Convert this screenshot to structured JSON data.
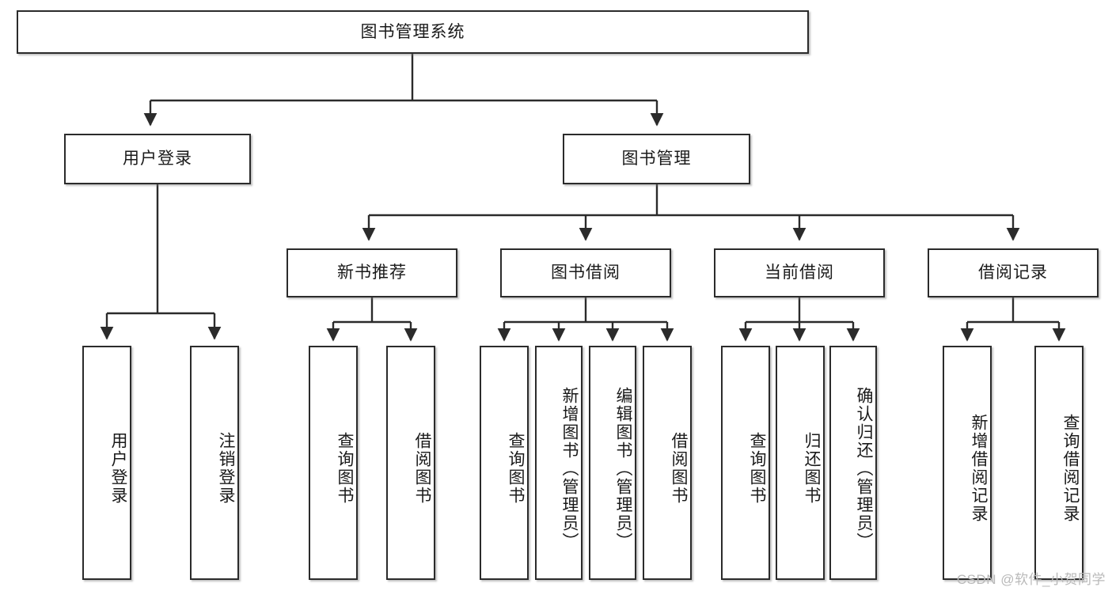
{
  "diagram": {
    "type": "tree",
    "title": "图书管理系统",
    "watermark": "CSDN @软件_小贺同学",
    "colors": {
      "box_border": "#2b2b2b",
      "box_fill": "#ffffff",
      "connector": "#2b2b2b",
      "watermark": "#b9b9b9",
      "background": "#ffffff"
    },
    "levels": {
      "root": {
        "label": "图书管理系统"
      },
      "level2": [
        {
          "id": "user-login",
          "label": "用户登录"
        },
        {
          "id": "book-management",
          "label": "图书管理"
        }
      ],
      "level3": [
        {
          "id": "new-book-recommend",
          "label": "新书推荐"
        },
        {
          "id": "book-borrow",
          "label": "图书借阅"
        },
        {
          "id": "current-borrow",
          "label": "当前借阅"
        },
        {
          "id": "borrow-record",
          "label": "借阅记录"
        }
      ],
      "leaves": [
        {
          "id": "leaf-user-login",
          "label": "用户登录",
          "parent": "user-login"
        },
        {
          "id": "leaf-logout-login",
          "label": "注销登录",
          "parent": "user-login"
        },
        {
          "id": "leaf-query-book-1",
          "label": "查询图书",
          "parent": "new-book-recommend"
        },
        {
          "id": "leaf-borrow-book-1",
          "label": "借阅图书",
          "parent": "new-book-recommend"
        },
        {
          "id": "leaf-query-book-2",
          "label": "查询图书",
          "parent": "book-borrow"
        },
        {
          "id": "leaf-add-book",
          "label": "新增图书（管理员）",
          "parent": "book-borrow"
        },
        {
          "id": "leaf-edit-book",
          "label": "编辑图书（管理员）",
          "parent": "book-borrow"
        },
        {
          "id": "leaf-borrow-book-2",
          "label": "借阅图书",
          "parent": "book-borrow"
        },
        {
          "id": "leaf-query-book-3",
          "label": "查询图书",
          "parent": "current-borrow"
        },
        {
          "id": "leaf-return-book",
          "label": "归还图书",
          "parent": "current-borrow"
        },
        {
          "id": "leaf-confirm-return",
          "label": "确认归还（管理员）",
          "parent": "current-borrow"
        },
        {
          "id": "leaf-add-record",
          "label": "新增借阅记录",
          "parent": "borrow-record"
        },
        {
          "id": "leaf-query-record",
          "label": "查询借阅记录",
          "parent": "borrow-record"
        }
      ]
    }
  }
}
